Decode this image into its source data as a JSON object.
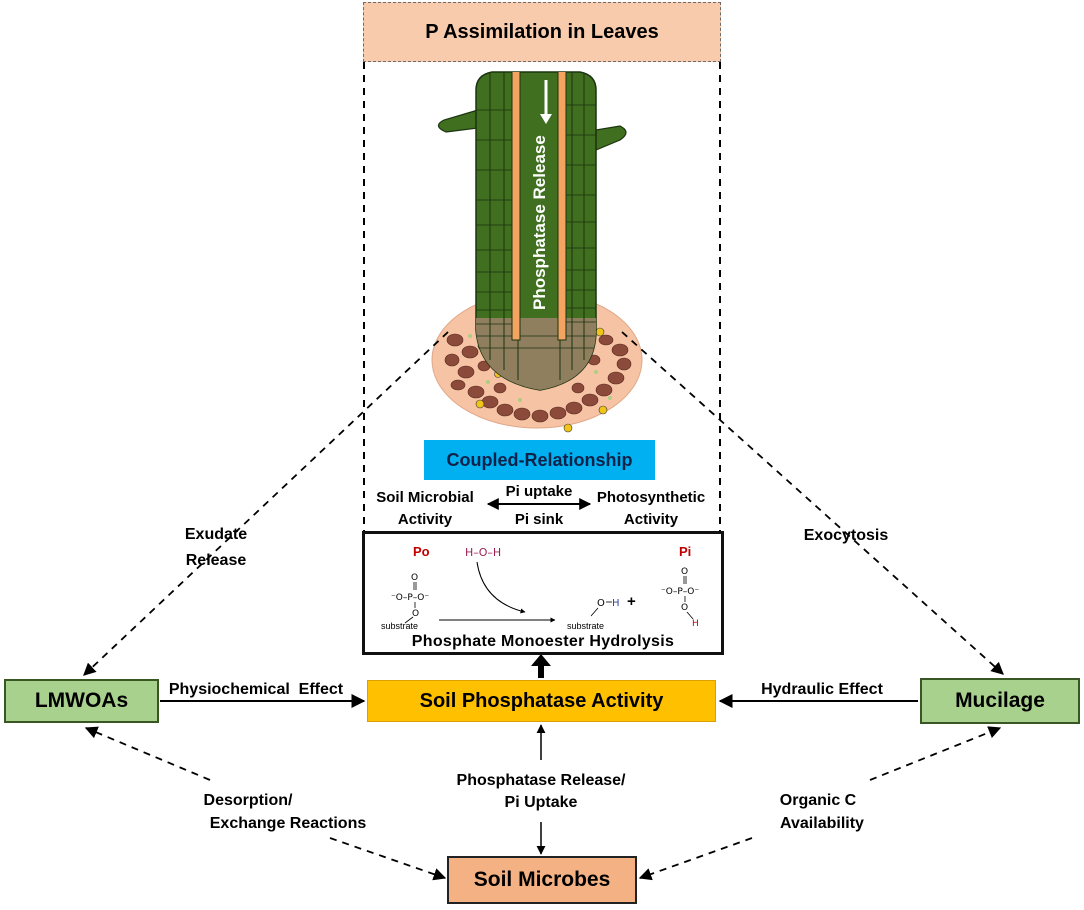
{
  "header": {
    "title": "P Assimilation in Leaves"
  },
  "root": {
    "phosphatase_release_label": "Phosphatase Release"
  },
  "coupled": {
    "title": "Coupled-Relationship",
    "left_line1": "Soil Microbial",
    "left_line2": "Activity",
    "right_line1": "Photosynthetic",
    "right_line2": "Activity",
    "pi_uptake": "Pi uptake",
    "pi_sink": "Pi sink"
  },
  "reaction": {
    "po_label": "Po",
    "water": "H–O–H",
    "pi_label": "Pi",
    "substrate_left": "substrate",
    "substrate_right": "substrate",
    "plus": "+",
    "caption": "Phosphate Monoester Hydrolysis"
  },
  "nodes": {
    "lmwoas": "LMWOAs",
    "mucilage": "Mucilage",
    "soil_phosphatase": "Soil Phosphatase Activity",
    "soil_microbes": "Soil Microbes"
  },
  "edges": {
    "exudate_line1": "Exudate",
    "exudate_line2": "Release",
    "exocytosis": "Exocytosis",
    "physiochemical": "Physiochemical  Effect",
    "hydraulic": "Hydraulic Effect",
    "desorption_line1": "Desorption/",
    "desorption_line2": "Exchange Reactions",
    "release_uptake_line1": "Phosphatase Release/",
    "release_uptake_line2": "Pi Uptake",
    "organic_line1": "Organic C",
    "organic_line2": "Availability"
  },
  "colors": {
    "header_fill": "#f8cbad",
    "node_green": "#a9d18e",
    "phosphatase_fill": "#ffc000",
    "microbes_fill": "#f4b183",
    "coupled_fill": "#00b0f0",
    "root_green": "#3f6f1f",
    "root_orange": "#f4a460",
    "po_red": "#c00000"
  }
}
